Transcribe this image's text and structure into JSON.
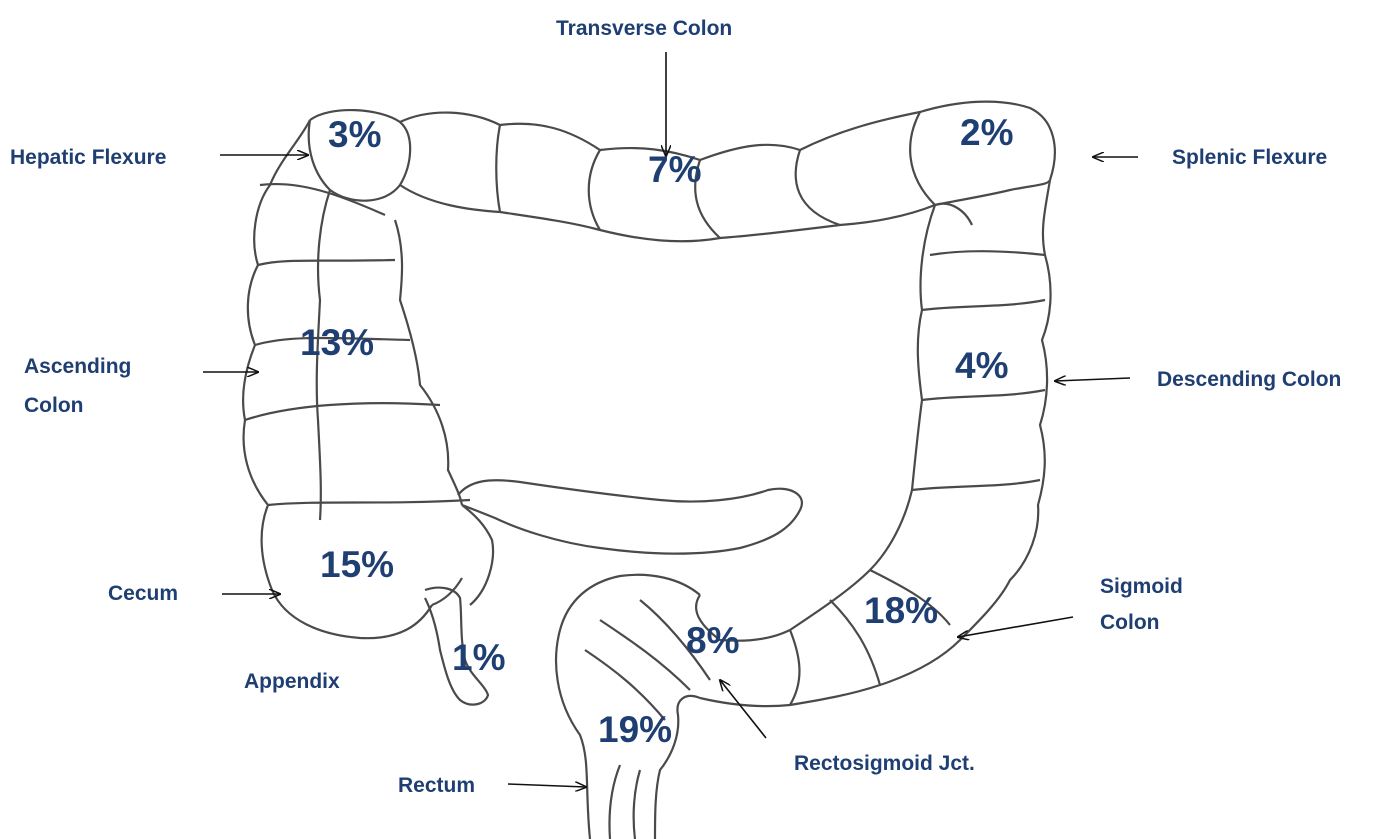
{
  "colors": {
    "text": "#1f3f73",
    "outline": "#4a4a4a",
    "arrow": "#111111"
  },
  "labels": {
    "transverse_colon": "Transverse Colon",
    "hepatic_flexure": "Hepatic Flexure",
    "splenic_flexure": "Splenic Flexure",
    "ascending_colon_line1": "Ascending",
    "ascending_colon_line2": "Colon",
    "descending_colon": "Descending Colon",
    "cecum": "Cecum",
    "appendix": "Appendix",
    "sigmoid_colon_line1": "Sigmoid",
    "sigmoid_colon_line2": "Colon",
    "rectosigmoid_jct": "Rectosigmoid Jct.",
    "rectum": "Rectum"
  },
  "percentages": {
    "hepatic_flexure": "3%",
    "transverse_colon": "7%",
    "splenic_flexure": "2%",
    "ascending_colon": "13%",
    "descending_colon": "4%",
    "cecum": "15%",
    "appendix": "1%",
    "sigmoid_colon": "18%",
    "rectosigmoid_jct": "8%",
    "rectum": "19%"
  }
}
